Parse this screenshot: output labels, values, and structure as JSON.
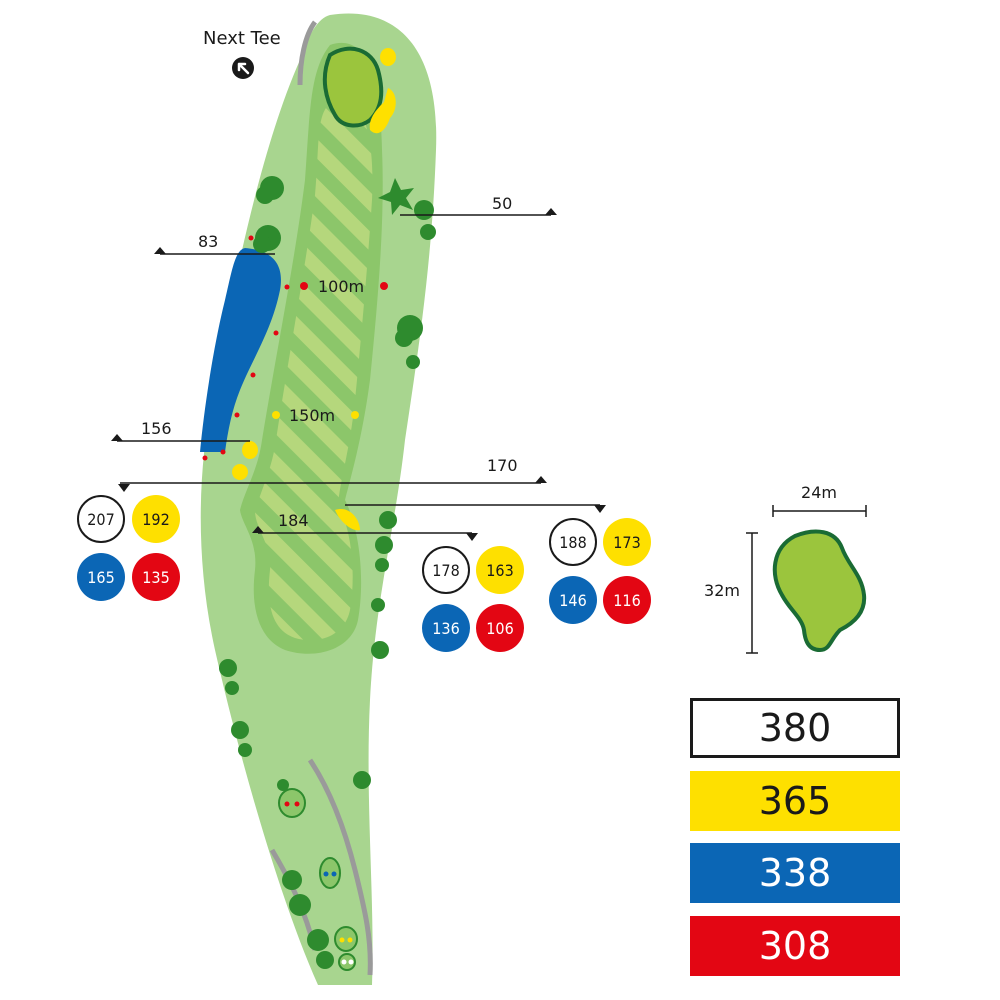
{
  "next_tee": {
    "label": "Next Tee"
  },
  "distances": {
    "d50": "50",
    "d83": "83",
    "d156": "156",
    "d170": "170",
    "d184": "184"
  },
  "markers": {
    "m100": "100m",
    "m150": "150m"
  },
  "tee_groups": [
    {
      "white": "207",
      "yellow": "192",
      "blue": "165",
      "red": "135"
    },
    {
      "white": "178",
      "yellow": "163",
      "blue": "136",
      "red": "106"
    },
    {
      "white": "188",
      "yellow": "173",
      "blue": "146",
      "red": "116"
    }
  ],
  "green_dims": {
    "width": "24m",
    "depth": "32m"
  },
  "hole_lengths": [
    {
      "value": "380",
      "tee": "white",
      "bg": "#ffffff",
      "fg": "#1a1a1a",
      "border": "#1a1a1a"
    },
    {
      "value": "365",
      "tee": "yellow",
      "bg": "#fee000",
      "fg": "#1a1a1a",
      "border": "#fee000"
    },
    {
      "value": "338",
      "tee": "blue",
      "bg": "#0b66b5",
      "fg": "#ffffff",
      "border": "#0b66b5"
    },
    {
      "value": "308",
      "tee": "red",
      "bg": "#e30613",
      "fg": "#ffffff",
      "border": "#e30613"
    }
  ],
  "colors": {
    "rough": "#a8d58f",
    "fairway": "#8cc66a",
    "stripe": "#b5d77c",
    "green": "#9bc53d",
    "green_edge": "#1a6b34",
    "water": "#0b66b5",
    "bunker": "#fee000",
    "tree": "#2e8b2e",
    "path": "#9a9a9a"
  }
}
